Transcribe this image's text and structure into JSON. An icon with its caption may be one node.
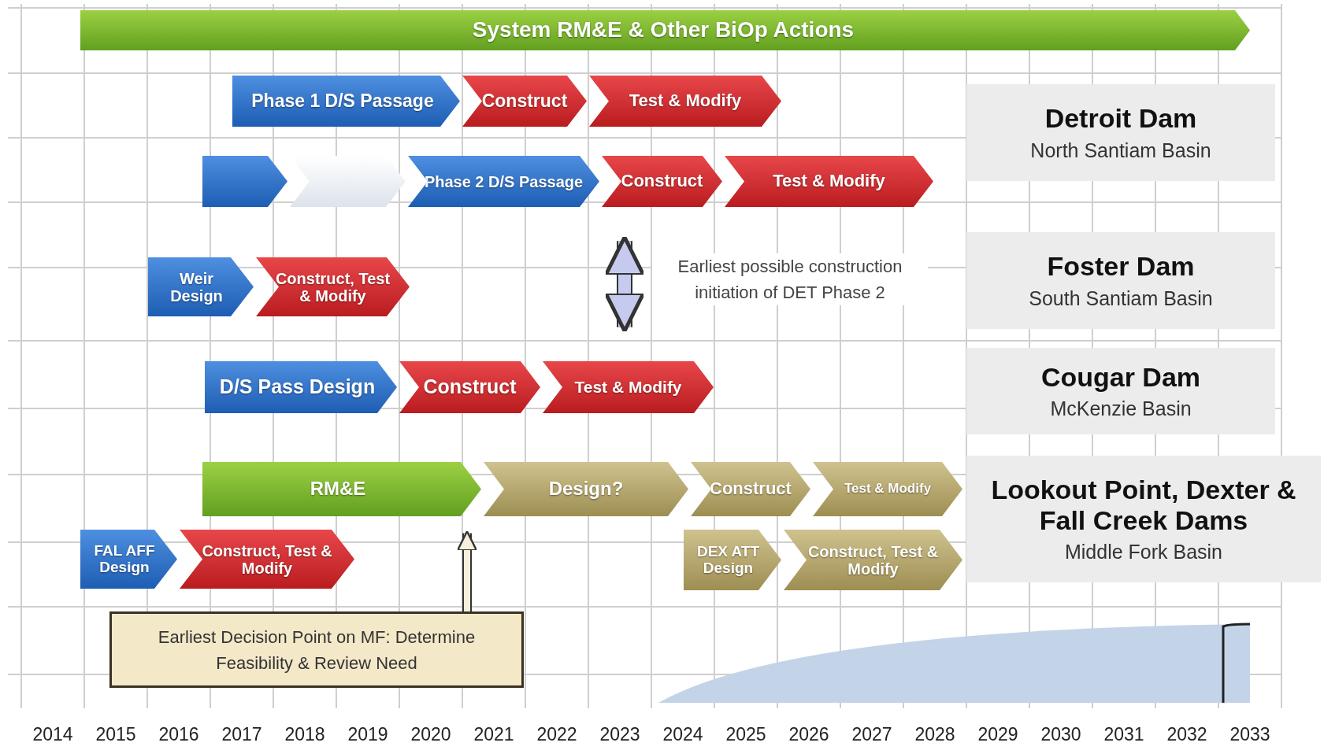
{
  "diagram": {
    "nodes": [
      {
        "text": [
          "System RM&E & Other BiOp Actions"
        ]
      },
      {
        "text": [
          "Phase 1 D/S Passage"
        ]
      },
      {
        "text": [
          "Construct"
        ]
      },
      {
        "text": [
          "Test & Modify"
        ]
      },
      {
        "text": [
          "Detroit Dam",
          "North Santiam Basin"
        ]
      },
      {
        "text": [],
        "shape": "chevron"
      },
      {
        "text": [],
        "shape": "chevron"
      },
      {
        "text": [
          "Phase 2 D/S Passage"
        ]
      },
      {
        "text": [
          "Construct"
        ]
      },
      {
        "text": [
          "Test & Modify"
        ]
      },
      {
        "text": [
          "Weir Design"
        ]
      },
      {
        "text": [
          "Construct, Test & Modify"
        ]
      },
      {
        "text": [
          "Foster Dam",
          "South Santiam Basin"
        ]
      },
      {
        "text": [
          "D/S Pass Design"
        ]
      },
      {
        "text": [
          "Construct"
        ]
      },
      {
        "text": [
          "Test & Modify"
        ]
      },
      {
        "text": [
          "Cougar Dam",
          "McKenzie Basin"
        ]
      },
      {
        "text": [
          "RM&E"
        ]
      },
      {
        "text": [
          "Design?"
        ]
      },
      {
        "text": [
          "Construct"
        ]
      },
      {
        "text": [
          "Test & Modify"
        ]
      },
      {
        "text": [
          "Lookout Point, Dexter & Fall Creek Dams",
          "Middle Fork Basin"
        ]
      },
      {
        "text": [
          "FAL AFF Design"
        ]
      },
      {
        "text": [
          "Construct, Test & Modify"
        ]
      },
      {
        "text": [
          "DEX ATT Design"
        ]
      },
      {
        "text": [
          "Construct, Test & Modify"
        ]
      },
      {
        "text": [
          "Earliest Decision Point on MF: Determine Feasibility & Review Need"
        ]
      }
    ],
    "edges": [
      {
        "from": 8,
        "to": 15,
        "arrow": "both",
        "label": "Earliest possible construction initiation of DET Phase 2"
      },
      {
        "from": 26,
        "to": 17,
        "arrow": "to"
      }
    ],
    "labels": [
      "2014",
      "2015",
      "2016",
      "2017",
      "2018",
      "2019",
      "2020",
      "2021",
      "2022",
      "2023",
      "2024",
      "2025",
      "2026",
      "2027",
      "2028",
      "2029",
      "2030",
      "2031",
      "2032",
      "2033"
    ]
  }
}
